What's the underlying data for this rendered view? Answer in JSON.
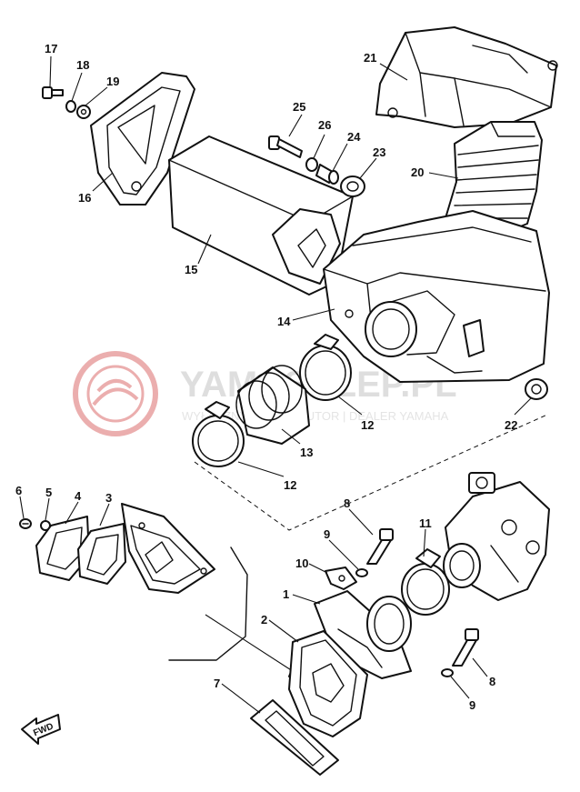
{
  "callouts": {
    "c1": "1",
    "c2": "2",
    "c3": "3",
    "c4": "4",
    "c5": "5",
    "c6": "6",
    "c7": "7",
    "c8a": "8",
    "c8b": "8",
    "c9a": "9",
    "c9b": "9",
    "c10": "10",
    "c11": "11",
    "c12a": "12",
    "c12b": "12",
    "c13": "13",
    "c14": "14",
    "c15": "15",
    "c16": "16",
    "c17": "17",
    "c18": "18",
    "c19": "19",
    "c20": "20",
    "c21": "21",
    "c22": "22",
    "c23": "23",
    "c24": "24",
    "c25": "25",
    "c26": "26"
  },
  "fwd_label": "FWD",
  "watermark": {
    "title": "YAMASKLEP.PL",
    "subtitle": "WYŁĄCZNY DYSTRYBUTOR | DEALER YAMAHA",
    "color": "#e8a0a0"
  }
}
